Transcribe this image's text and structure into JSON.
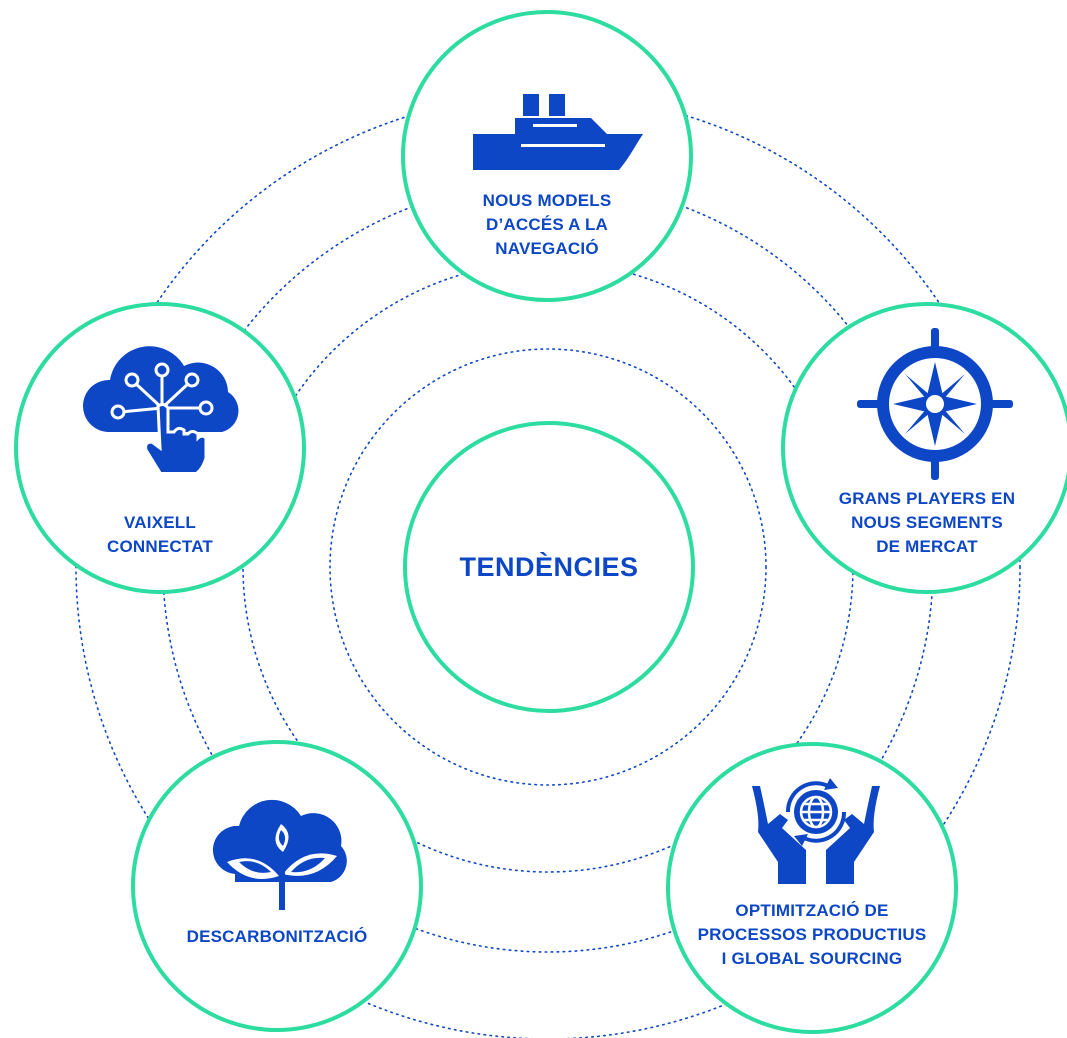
{
  "diagram": {
    "center": {
      "label": "TENDÈNCIES"
    },
    "nodes": [
      {
        "id": "navigation",
        "icon": "cruise-ship-icon",
        "lines": [
          "NOUS MODELS",
          "D’ACCÉS A LA",
          "NAVEGACIÓ"
        ]
      },
      {
        "id": "players",
        "icon": "ship-wheel-compass-icon",
        "lines": [
          "GRANS PLAYERS EN",
          "NOUS SEGMENTS",
          "DE MERCAT"
        ]
      },
      {
        "id": "processes",
        "icon": "hands-globe-icon",
        "lines": [
          "OPTIMITZACIÓ DE",
          "PROCESSOS PRODUCTIUS",
          "I GLOBAL SOURCING"
        ]
      },
      {
        "id": "decarbonization",
        "icon": "cloud-sprout-icon",
        "lines": [
          "DESCARBONITZACIÓ"
        ]
      },
      {
        "id": "connected",
        "icon": "cloud-network-touch-icon",
        "lines": [
          "VAIXELL",
          "CONNECTAT"
        ]
      }
    ],
    "colors": {
      "accent": "#2ddc9f",
      "primary": "#0d47c6",
      "background": "#ffffff"
    }
  }
}
